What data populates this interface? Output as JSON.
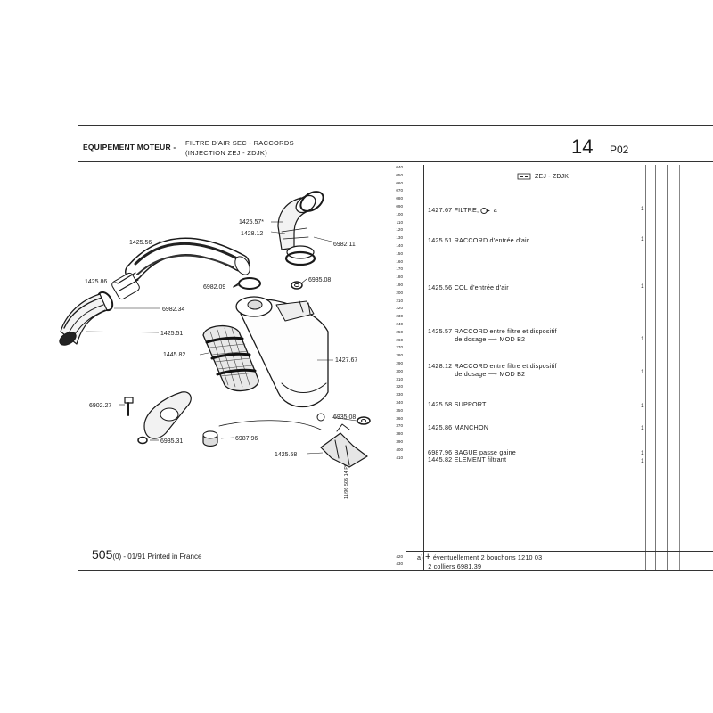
{
  "header": {
    "section": "EQUIPEMENT MOTEUR -",
    "title_line1": "FILTRE D'AIR SEC - RACCORDS",
    "title_line2": "(INJECTION ZEJ - ZDJK)",
    "group_number": "14",
    "page_code": "P02"
  },
  "diagram": {
    "callouts": [
      "1425.57*",
      "1428.12",
      "6982.11",
      "1425.56",
      "1425.86",
      "6982.09",
      "6935.08",
      "6982.34",
      "1425.51",
      "1445.82",
      "1427.67",
      "6902.27",
      "6935.08",
      "6987.96",
      "6935.31",
      "1425.58"
    ],
    "side_note": "11/96 505 14 P02"
  },
  "line_numbers": [
    "040",
    "050",
    "060",
    "070",
    "080",
    "090",
    "100",
    "110",
    "120",
    "130",
    "140",
    "150",
    "160",
    "170",
    "180",
    "190",
    "200",
    "210",
    "220",
    "230",
    "240",
    "250",
    "260",
    "270",
    "280",
    "290",
    "300",
    "310",
    "320",
    "330",
    "340",
    "350",
    "360",
    "370",
    "380",
    "390",
    "400",
    "410"
  ],
  "footer_line_numbers": [
    "420",
    "430"
  ],
  "parts": {
    "engine_label": "ZEJ - ZDJK",
    "rows": [
      {
        "ref": "1427.67",
        "desc": "FILTRE,",
        "note": "a",
        "qty": "1"
      },
      {
        "ref": "1425.51",
        "desc": "RACCORD d'entrée d'air",
        "qty": "1"
      },
      {
        "ref": "1425.56",
        "desc": "COL d'entrée d'air",
        "qty": "1"
      },
      {
        "ref": "1425.57",
        "desc": "RACCORD entre filtre et dispositif",
        "desc2": "de dosage",
        "arrow": "MOD B2",
        "qty": "1"
      },
      {
        "ref": "1428.12",
        "desc": "RACCORD entre filtre et dispositif",
        "desc2": "de dosage",
        "arrow": "MOD B2",
        "qty": "1"
      },
      {
        "ref": "1425.58",
        "desc": "SUPPORT",
        "qty": "1"
      },
      {
        "ref": "1425.86",
        "desc": "MANCHON",
        "qty": "1"
      },
      {
        "ref": "6987.96",
        "desc": "BAGUE passe gaine",
        "qty": "1"
      },
      {
        "ref": "1445.82",
        "desc": "ELEMENT filtrant",
        "qty": "1"
      }
    ]
  },
  "footnote": {
    "mark": "a)",
    "line1": "éventuellement 2 bouchons 1210 03",
    "line2": "2 colliers 6981.39"
  },
  "footer": {
    "catalog": "505",
    "suffix": "(0) - 01/91 Printed in France"
  }
}
